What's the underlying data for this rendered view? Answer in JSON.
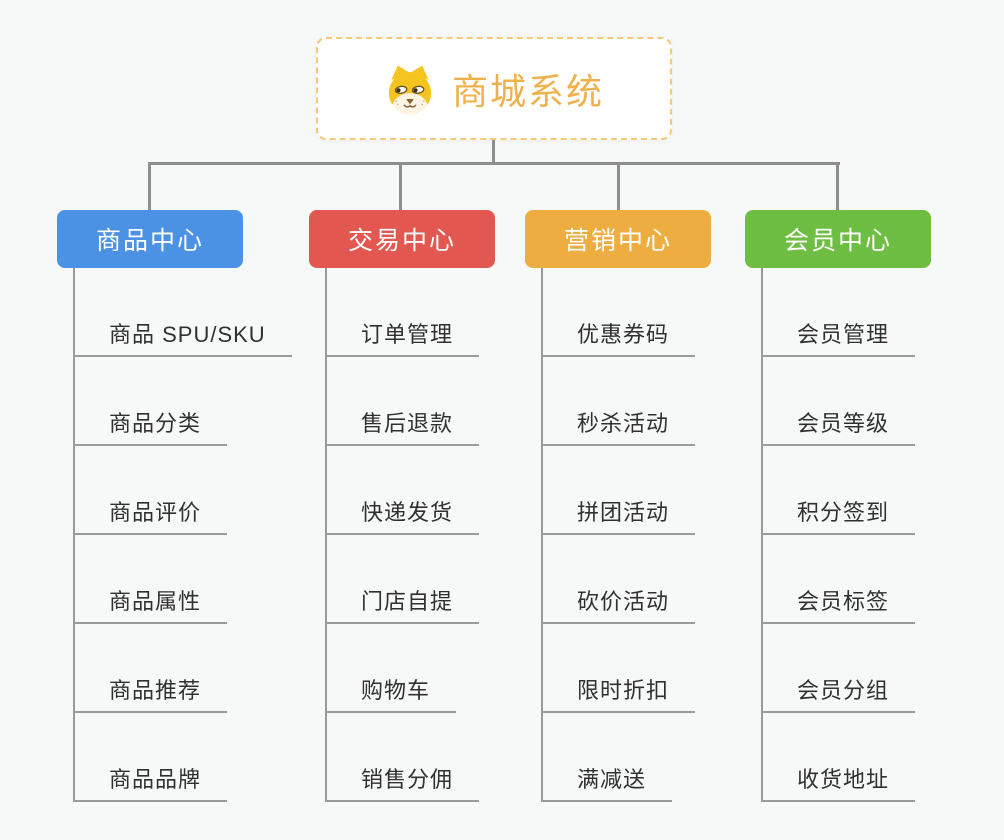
{
  "colors": {
    "page_bg": "#f7f8f8",
    "connector": "#8e8e8e",
    "underline": "#9b9b9b",
    "item_text": "#303030",
    "root_border": "#f7c876",
    "root_title": "#f0b14c",
    "node_text": "#ffffff"
  },
  "root": {
    "title": "商城系统",
    "icon": "dog-face-icon"
  },
  "branches": [
    {
      "label": "商品中心",
      "color": "#4b92e5",
      "items": [
        "商品 SPU/SKU",
        "商品分类",
        "商品评价",
        "商品属性",
        "商品推荐",
        "商品品牌"
      ]
    },
    {
      "label": "交易中心",
      "color": "#e25750",
      "items": [
        "订单管理",
        "售后退款",
        "快递发货",
        "门店自提",
        "购物车",
        "销售分佣"
      ]
    },
    {
      "label": "营销中心",
      "color": "#eead40",
      "items": [
        "优惠券码",
        "秒杀活动",
        "拼团活动",
        "砍价活动",
        "限时折扣",
        "满减送"
      ]
    },
    {
      "label": "会员中心",
      "color": "#6fbe44",
      "items": [
        "会员管理",
        "会员等级",
        "积分签到",
        "会员标签",
        "会员分组",
        "收货地址"
      ]
    }
  ]
}
